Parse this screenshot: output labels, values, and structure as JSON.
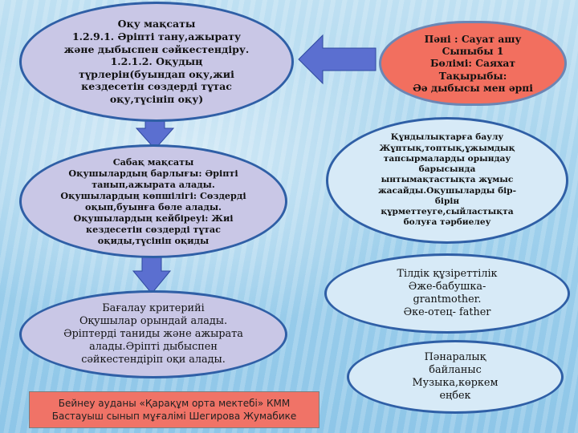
{
  "learning_goals": {
    "lines": [
      "Оқу мақсаты",
      "1.2.9.1. Әріпті тану,ажырату",
      "және дыбыспен сәйкестендіру.",
      "1.2.1.2. Оқудың",
      "түрлерін(буындап оқу,жиі",
      "кездесетін сөздерді тұтас",
      "оқу,түсініп оқу)"
    ]
  },
  "lesson_goals": {
    "lines": [
      "Сабақ мақсаты",
      "Оқушылардың  барлығы: Әріпті",
      "танып,ажырата алады.",
      "Оқушылардың көпшілігі: Сөздерді",
      "оқып,буынға бөле алады.",
      "Оқушылардың кейбіреуі: Жиі",
      "кездесетін сөздерді тұтас",
      "оқиды,түсініп оқиды"
    ]
  },
  "assessment": {
    "lines": [
      "Бағалау  критерийі",
      "Оқушылар орындай алады.",
      "Әріптерді таниды және ажырата",
      "алады.Әріпті дыбыспен",
      "сәйкестендіріп  оқи алады."
    ]
  },
  "lesson_info": {
    "lines": [
      "Пәні : Сауат ашу",
      "Сыныбы 1",
      "Бөлімі: Саяхат",
      "Тақырыбы:",
      "Әә дыбысы мен әрпі"
    ]
  },
  "values": {
    "lines": [
      "Құндылықтарға баулу",
      "Жұптық,топтық,ұжымдық",
      "тапсырмаларды орындау",
      "барысында",
      "ынтымақтастықта жұмыс",
      "жасайды.Оқушыларды  бір-",
      "бірін",
      "құрметтеуге,сыйластықта",
      "болуға тәрбиелеу"
    ]
  },
  "language": {
    "lines": [
      "Тілдік құзіреттілік",
      "Әже-бабушка-",
      "grantmother.",
      "Әке-отец- father"
    ]
  },
  "interdisciplinary": {
    "lines": [
      "Пәнаралық",
      "байланыс",
      "Музыка,көркем",
      "еңбек"
    ]
  },
  "footer": {
    "lines": [
      "Бейнеу ауданы «Қарақұм орта мектебі» КММ",
      "Бастауыш сынып мұғалімі Шегирова Жумабике"
    ]
  },
  "colors": {
    "lavender_fill": "#c9c7e6",
    "ellipse_border": "#2f5fa6",
    "coral_fill": "#f26f5f",
    "arrow_fill": "#5b6fd0",
    "background": "#9fd0ec"
  }
}
